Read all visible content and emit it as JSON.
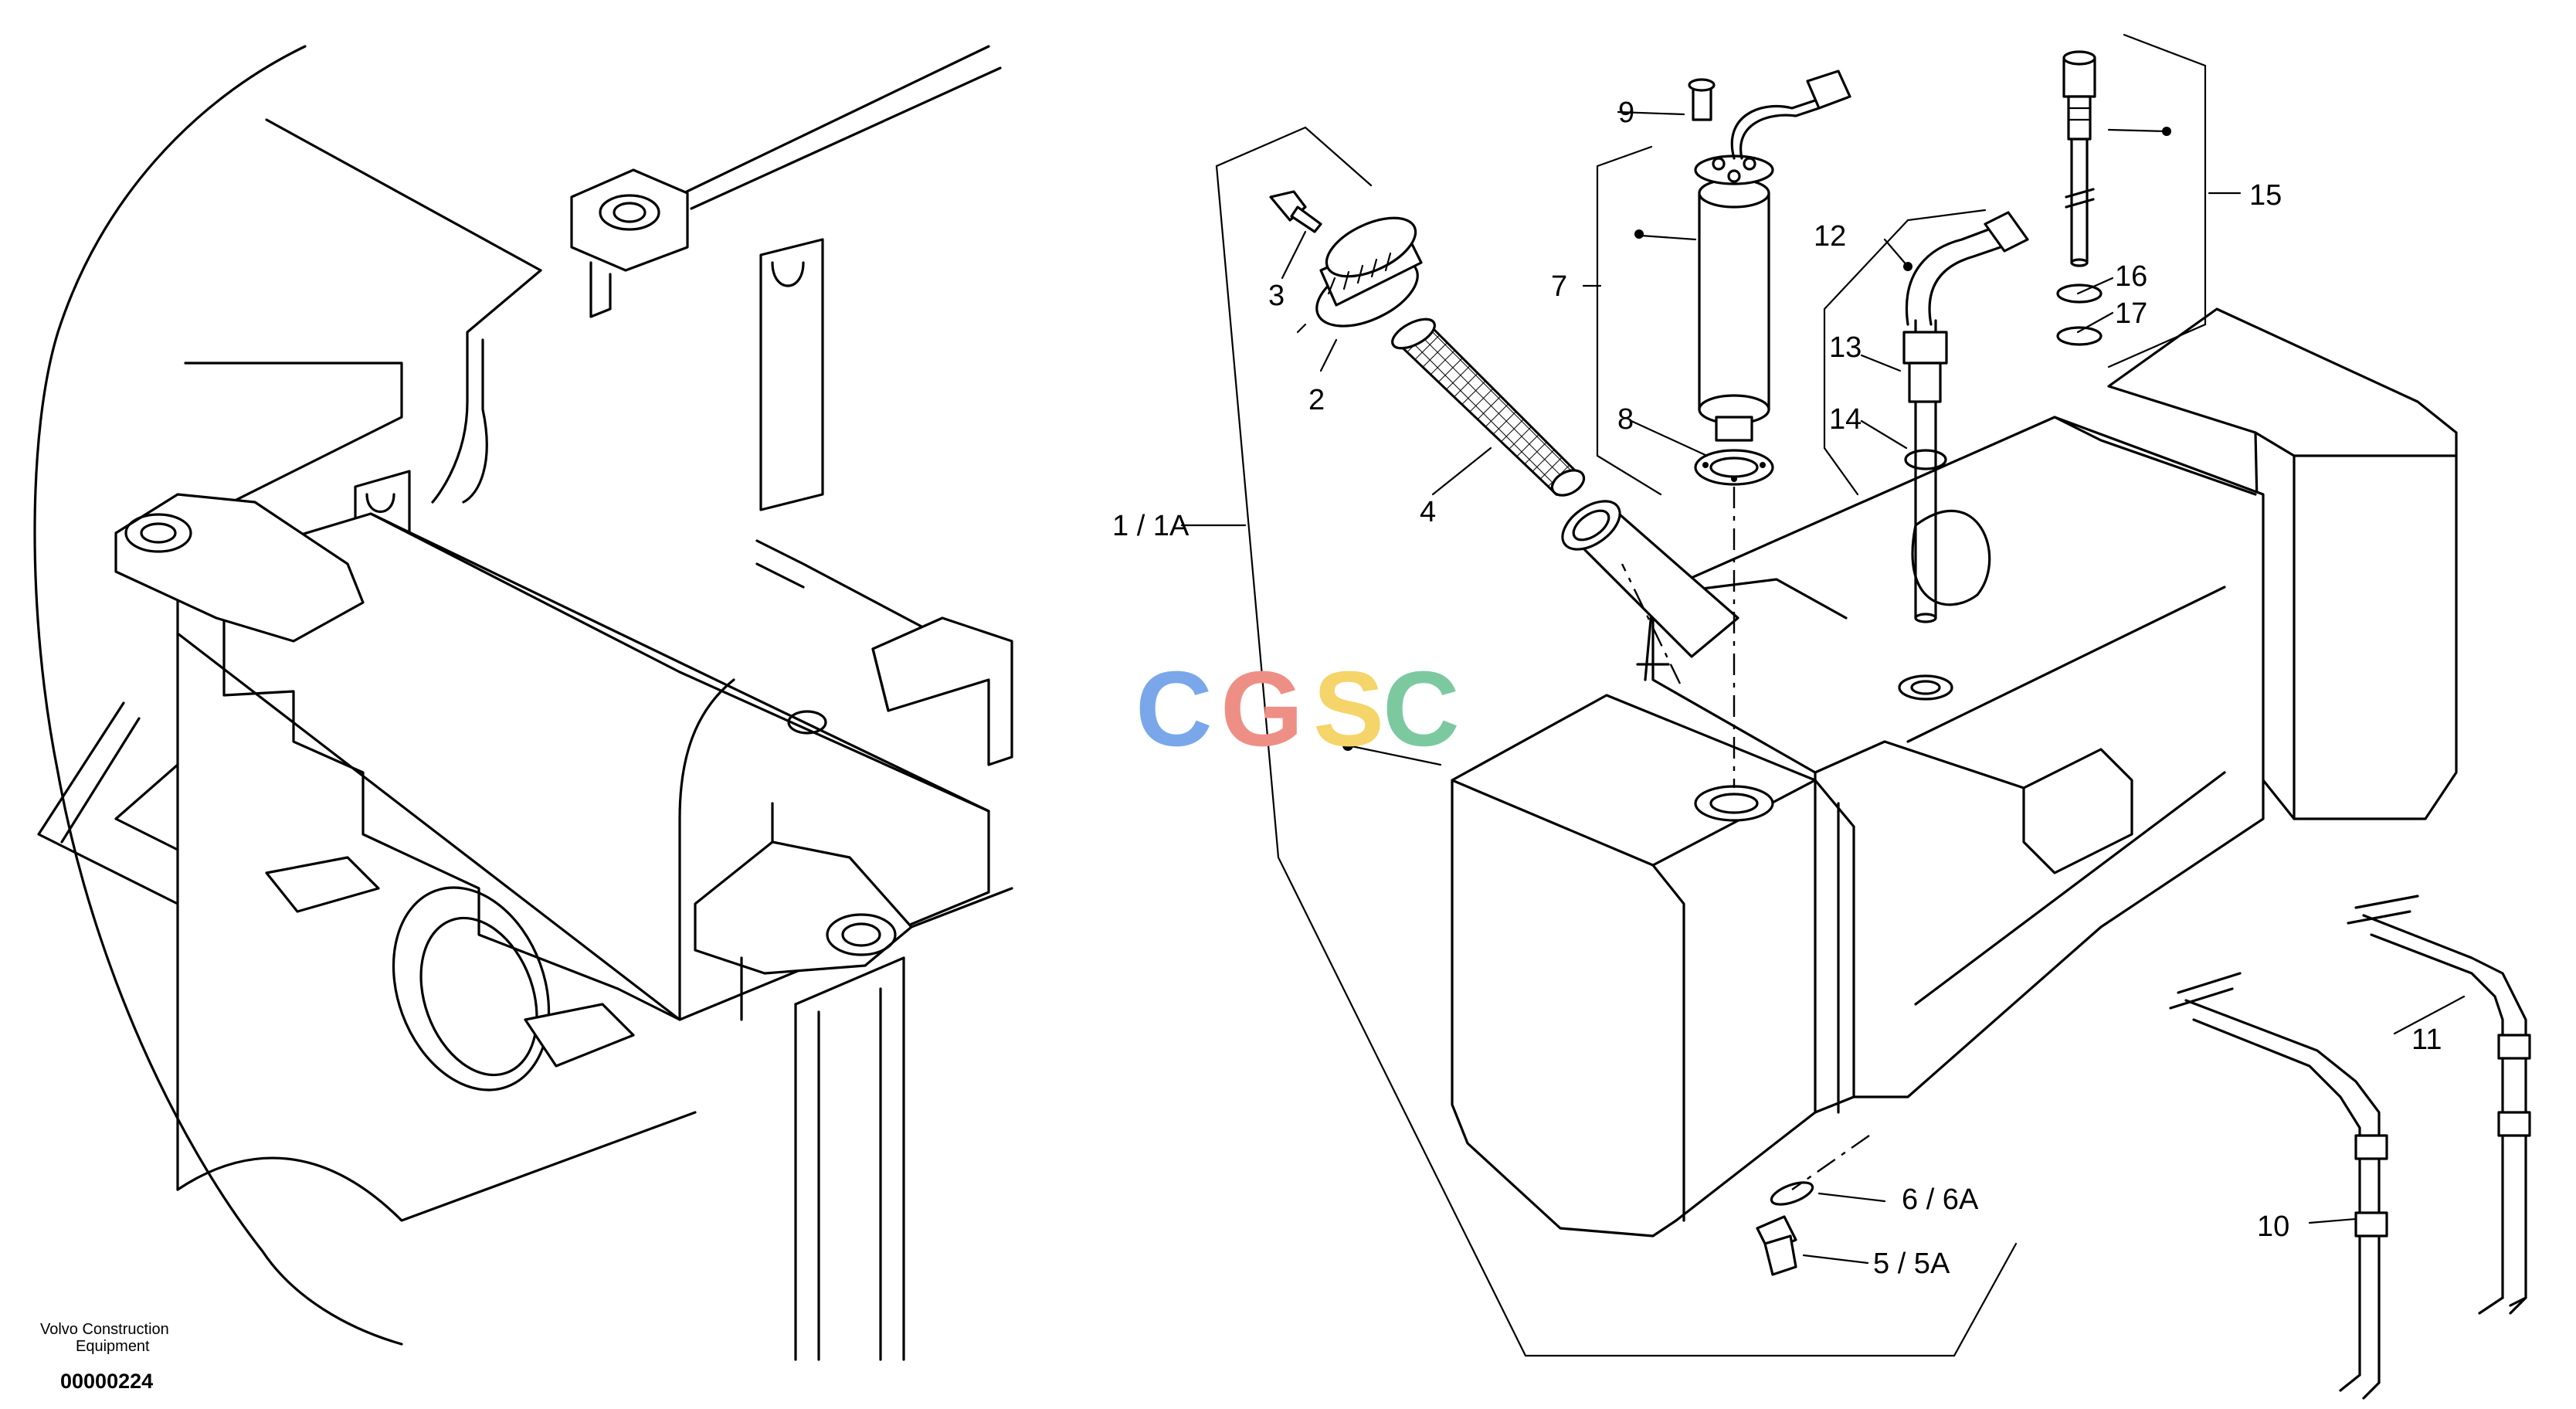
{
  "labels": {
    "l1": "1 / 1A",
    "l2": "2",
    "l3": "3",
    "l4": "4",
    "l5": "5 / 5A",
    "l6": "6 / 6A",
    "l7": "7",
    "l8": "8",
    "l9": "9",
    "l10": "10",
    "l11": "11",
    "l12": "12",
    "l13": "13",
    "l14": "14",
    "l15": "15",
    "l16": "16",
    "l17": "17"
  },
  "footer": {
    "company_line1": "Volvo Construction",
    "company_line2": "Equipment",
    "drawing_number": "00000224"
  },
  "watermark": {
    "letters": [
      "C",
      "G",
      "S",
      "C"
    ],
    "colors": [
      "#7aa7ea",
      "#ee8f86",
      "#f5d46a",
      "#7cc9a0"
    ]
  }
}
